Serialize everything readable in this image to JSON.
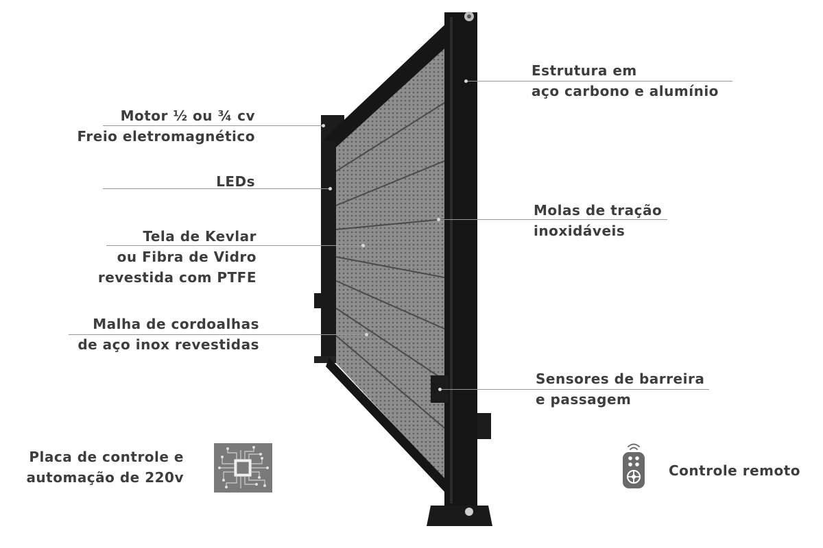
{
  "labels": {
    "motor": [
      "Motor ½ ou ¾ cv",
      "Freio eletromagnético"
    ],
    "leds": [
      "LEDs"
    ],
    "tela": [
      "Tela de Kevlar",
      "ou Fibra de Vidro",
      "revestida com PTFE"
    ],
    "malha": [
      "Malha de cordoalhas",
      "de aço inox revestidas"
    ],
    "estrutura": [
      "Estrutura em",
      "aço carbono e alumínio"
    ],
    "molas": [
      "Molas de tração",
      "inoxidáveis"
    ],
    "sensores": [
      "Sensores de barreira",
      "e passagem"
    ],
    "placa": [
      "Placa de controle e",
      "automação de 220v"
    ],
    "controle": "Controle remoto"
  },
  "icons": {
    "board": "circuit-board-icon",
    "remote": "remote-control-icon"
  },
  "colors": {
    "text": "#3d3d3d",
    "leader": "#9a9a9a",
    "frame": "#151515",
    "panel": "#8c8c8c",
    "icon_bg": "#7a7a7a"
  }
}
